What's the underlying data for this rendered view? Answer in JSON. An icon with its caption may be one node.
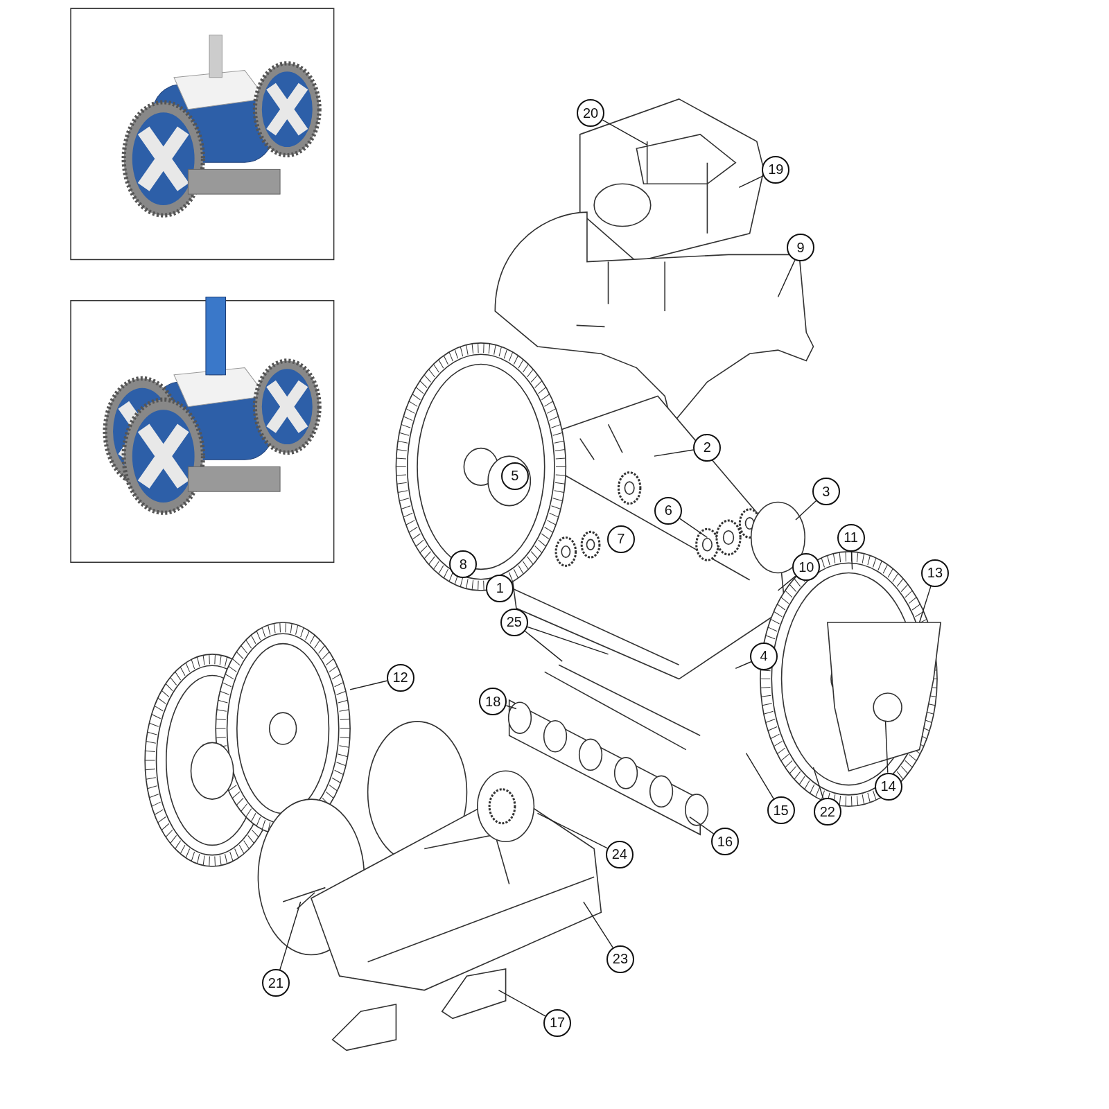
{
  "diagram": {
    "nodes": [
      {
        "text": [
          "20"
        ]
      },
      {
        "text": [
          "19"
        ]
      },
      {
        "text": [
          "9"
        ]
      },
      {
        "text": [
          "2"
        ]
      },
      {
        "text": [
          "5"
        ]
      },
      {
        "text": [
          "3"
        ]
      },
      {
        "text": [
          "6"
        ]
      },
      {
        "text": [
          "7"
        ]
      },
      {
        "text": [
          "11"
        ]
      },
      {
        "text": [
          "8"
        ]
      },
      {
        "text": [
          "10"
        ]
      },
      {
        "text": [
          "13"
        ]
      },
      {
        "text": [
          "1"
        ]
      },
      {
        "text": [
          "25"
        ]
      },
      {
        "text": [
          "4"
        ]
      },
      {
        "text": [
          "12"
        ]
      },
      {
        "text": [
          "18"
        ]
      },
      {
        "text": [
          "14"
        ]
      },
      {
        "text": [
          "15"
        ]
      },
      {
        "text": [
          "22"
        ]
      },
      {
        "text": [
          "16"
        ]
      },
      {
        "text": [
          "24"
        ]
      },
      {
        "text": [
          "23"
        ]
      },
      {
        "text": [
          "21"
        ]
      },
      {
        "text": [
          "17"
        ]
      }
    ],
    "edges": [
      {
        "from": 0,
        "to": null,
        "arrow": "none"
      },
      {
        "from": 1,
        "to": null,
        "arrow": "none"
      },
      {
        "from": 2,
        "to": null,
        "arrow": "none"
      },
      {
        "from": 3,
        "to": null,
        "arrow": "none"
      },
      {
        "from": 5,
        "to": null,
        "arrow": "none"
      },
      {
        "from": 6,
        "to": null,
        "arrow": "none"
      },
      {
        "from": 8,
        "to": null,
        "arrow": "none"
      },
      {
        "from": 10,
        "to": null,
        "arrow": "none"
      },
      {
        "from": 11,
        "to": null,
        "arrow": "none"
      },
      {
        "from": 13,
        "to": null,
        "arrow": "none"
      },
      {
        "from": 13,
        "to": null,
        "arrow": "none"
      },
      {
        "from": 14,
        "to": null,
        "arrow": "none"
      },
      {
        "from": 15,
        "to": null,
        "arrow": "none"
      },
      {
        "from": 16,
        "to": null,
        "arrow": "none"
      },
      {
        "from": 17,
        "to": null,
        "arrow": "none"
      },
      {
        "from": 18,
        "to": null,
        "arrow": "none"
      },
      {
        "from": 19,
        "to": null,
        "arrow": "none"
      },
      {
        "from": 20,
        "to": null,
        "arrow": "none"
      },
      {
        "from": 21,
        "to": null,
        "arrow": "none"
      },
      {
        "from": 22,
        "to": null,
        "arrow": "none"
      },
      {
        "from": 23,
        "to": null,
        "arrow": "none"
      },
      {
        "from": 24,
        "to": null,
        "arrow": "none"
      }
    ]
  }
}
